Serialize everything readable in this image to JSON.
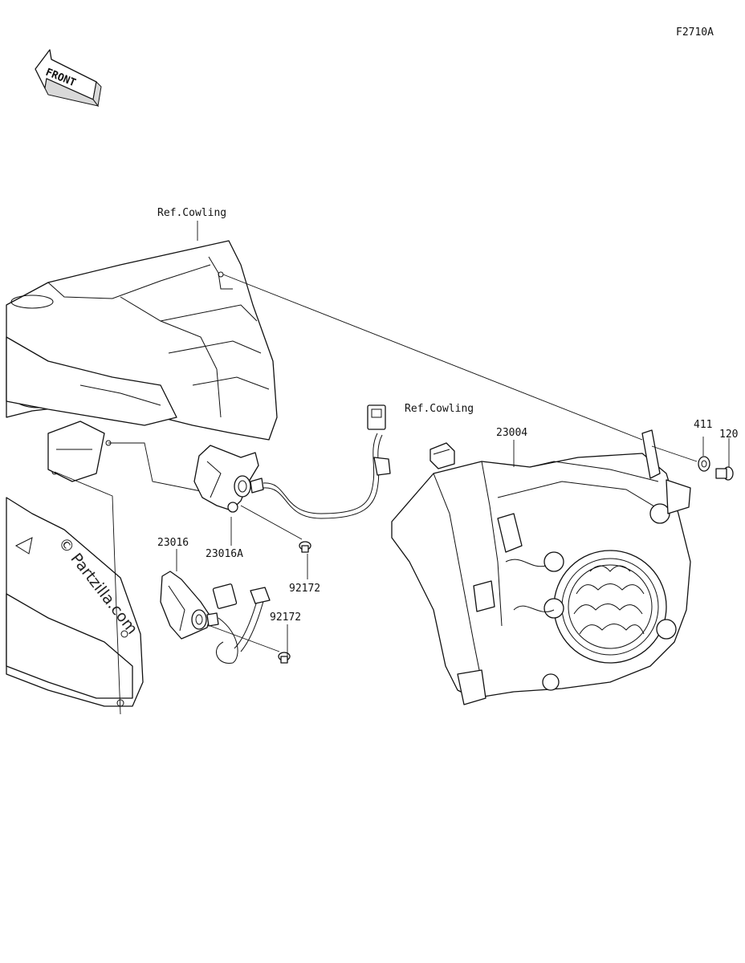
{
  "figure": {
    "code": "F2710A",
    "direction_label": "FRONT",
    "watermark": "© Partzilla.com"
  },
  "callouts": [
    {
      "id": "ref-cowling-top",
      "text": "Ref.Cowling"
    },
    {
      "id": "ref-cowling-right",
      "text": "Ref.Cowling"
    },
    {
      "id": "part-23004",
      "text": "23004"
    },
    {
      "id": "part-411",
      "text": "411"
    },
    {
      "id": "part-120",
      "text": "120"
    },
    {
      "id": "part-23016",
      "text": "23016"
    },
    {
      "id": "part-23016A",
      "text": "23016A"
    },
    {
      "id": "part-92172-upper",
      "text": "92172"
    },
    {
      "id": "part-92172-lower",
      "text": "92172"
    }
  ]
}
